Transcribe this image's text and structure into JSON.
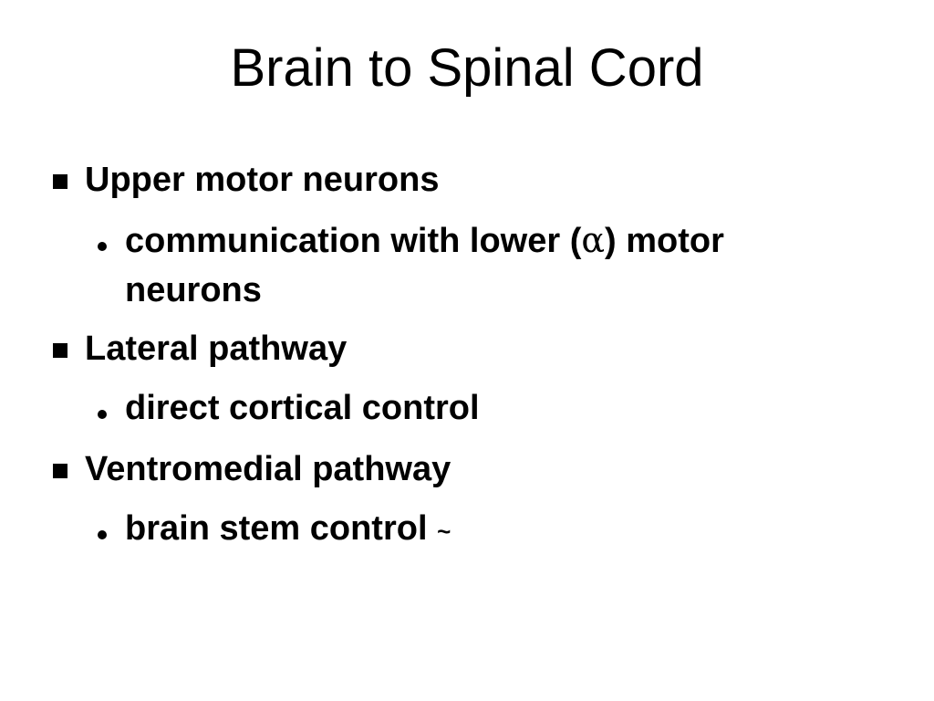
{
  "slide": {
    "title": "Brain to Spinal Cord",
    "items": [
      {
        "text": "Upper motor neurons",
        "sub": {
          "text_before": "communication with lower (",
          "symbol": "α",
          "text_after": ") motor neurons"
        }
      },
      {
        "text": "Lateral pathway",
        "sub": {
          "text": "direct cortical control"
        }
      },
      {
        "text": "Ventromedial pathway",
        "sub": {
          "text": "brain stem control",
          "suffix": "~"
        }
      }
    ]
  }
}
